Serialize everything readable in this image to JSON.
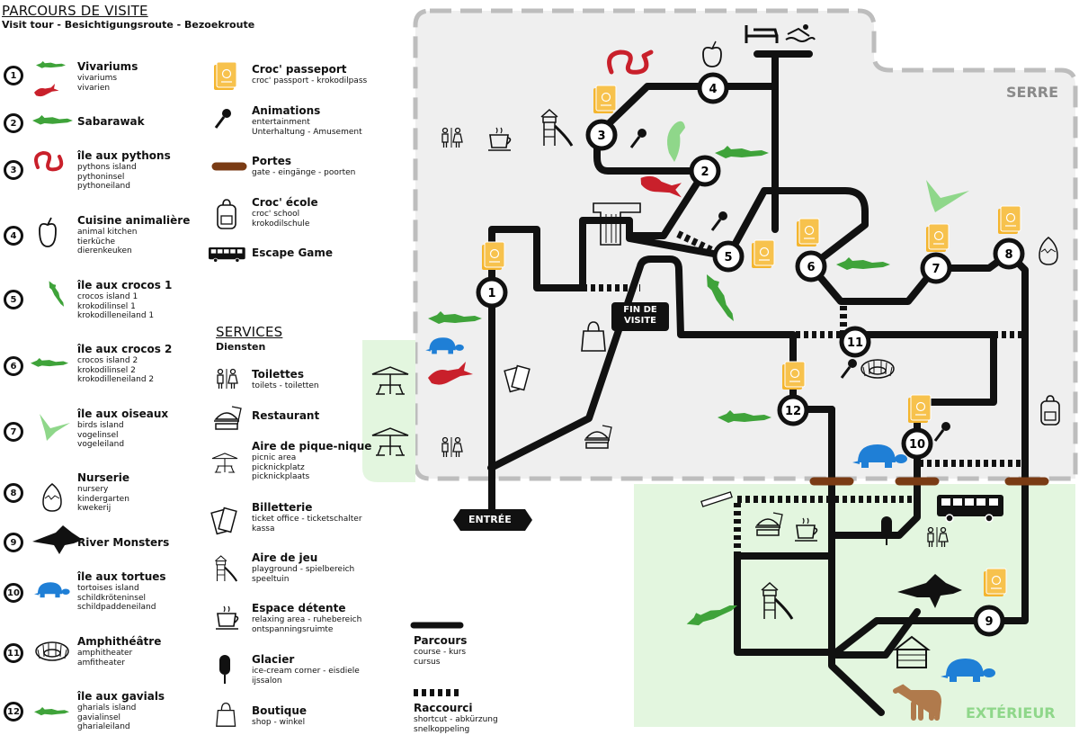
{
  "header": {
    "title": "PARCOURS DE VISITE",
    "subtitle": "Visit tour - Besichtigungsroute - Bezoekroute"
  },
  "legend": [
    {
      "n": "1",
      "title": "Vivariums",
      "sub": "vivariums\nvivarien"
    },
    {
      "n": "2",
      "title": "Sabarawak",
      "sub": ""
    },
    {
      "n": "3",
      "title": "île aux pythons",
      "sub": "pythons island\npythoninsel\npythoneiland"
    },
    {
      "n": "4",
      "title": "Cuisine animalière",
      "sub": "animal kitchen\ntierküche\ndierenkeuken"
    },
    {
      "n": "5",
      "title": "île aux crocos 1",
      "sub": "crocos island 1\nkrokodilinsel 1\nkrokodilleneiland 1"
    },
    {
      "n": "6",
      "title": "île aux crocos 2",
      "sub": "crocos island 2\nkrokodilinsel 2\nkrokodilleneiland 2"
    },
    {
      "n": "7",
      "title": "île aux oiseaux",
      "sub": "birds island\nvogelinsel\nvogeleiland"
    },
    {
      "n": "8",
      "title": "Nurserie",
      "sub": "nursery\nkindergarten\nkwekerij"
    },
    {
      "n": "9",
      "title": "River Monsters",
      "sub": ""
    },
    {
      "n": "10",
      "title": "île aux tortues",
      "sub": "tortoises island\nschildkröteninsel\nschildpaddeneiland"
    },
    {
      "n": "11",
      "title": "Amphithéâtre",
      "sub": "amphitheater\namfitheater"
    },
    {
      "n": "12",
      "title": "île aux gavials",
      "sub": "gharials island\ngavialinsel\ngharialeiland"
    }
  ],
  "features": [
    {
      "title": "Croc' passeport",
      "sub": "croc' passport - krokodilpass"
    },
    {
      "title": "Animations",
      "sub": "entertainment\nUnterhaltung - Amusement"
    },
    {
      "title": "Portes",
      "sub": "gate - eingänge - poorten"
    },
    {
      "title": "Croc' école",
      "sub": "croc' school\nkrokodilschule"
    },
    {
      "title": "Escape Game",
      "sub": ""
    }
  ],
  "services": {
    "title": "SERVICES",
    "subtitle": "Diensten",
    "items": [
      {
        "title": "Toilettes",
        "sub": "toilets - toiletten"
      },
      {
        "title": "Restaurant",
        "sub": ""
      },
      {
        "title": "Aire de pique-nique",
        "sub": "picnic area\npicknickplatz\npicknickplaats"
      },
      {
        "title": "Billetterie",
        "sub": "ticket office - ticketschalter\nkassa"
      },
      {
        "title": "Aire de jeu",
        "sub": "playground - spielbereich\nspeeltuin"
      },
      {
        "title": "Espace détente",
        "sub": "relaxing area - ruhebereich\nontspanningsruimte"
      },
      {
        "title": "Glacier",
        "sub": "ice-cream corner - eisdiele\nijssalon"
      },
      {
        "title": "Boutique",
        "sub": "shop - winkel"
      }
    ]
  },
  "route_legend": [
    {
      "title": "Parcours",
      "sub": "course - kurs\ncursus"
    },
    {
      "title": "Raccourci",
      "sub": "shortcut - abkürzung\nsnelkoppeling"
    }
  ],
  "map": {
    "zone_serre": "SERRE",
    "zone_exterieur": "EXTÉRIEUR",
    "entry_label": "ENTRÉE",
    "exit_label": "FIN DE\nVISITE",
    "stops": [
      "1",
      "2",
      "3",
      "4",
      "5",
      "6",
      "7",
      "8",
      "9",
      "10",
      "11",
      "12"
    ]
  },
  "colors": {
    "serre": "#efefef",
    "serre_border": "#bdbdbd",
    "exterieur": "#e3f6df",
    "exterieur_text": "#8fd78a",
    "green_animal": "#3fa33a",
    "red_animal": "#c9202b",
    "blue_animal": "#1f7fd6",
    "passport": "#f4b52e",
    "gate": "#7a3b14",
    "route": "#111111"
  },
  "icons": [
    "toilet-icon",
    "coffee-icon",
    "playground-icon",
    "bed-icon",
    "swim-icon",
    "apple-icon",
    "microphone-icon",
    "passport-icon",
    "crocodile-icon",
    "python-icon",
    "lizard-icon",
    "parrot-icon",
    "bird-icon",
    "egg-icon",
    "waterfall-icon",
    "bag-icon",
    "ticket-icon",
    "restaurant-icon",
    "picnic-icon",
    "amphitheater-icon",
    "backpack-icon",
    "bus-icon",
    "icecream-icon",
    "cabin-icon",
    "goat-icon",
    "tortoise-icon",
    "spinosaurus-icon",
    "cigarette-icon"
  ]
}
